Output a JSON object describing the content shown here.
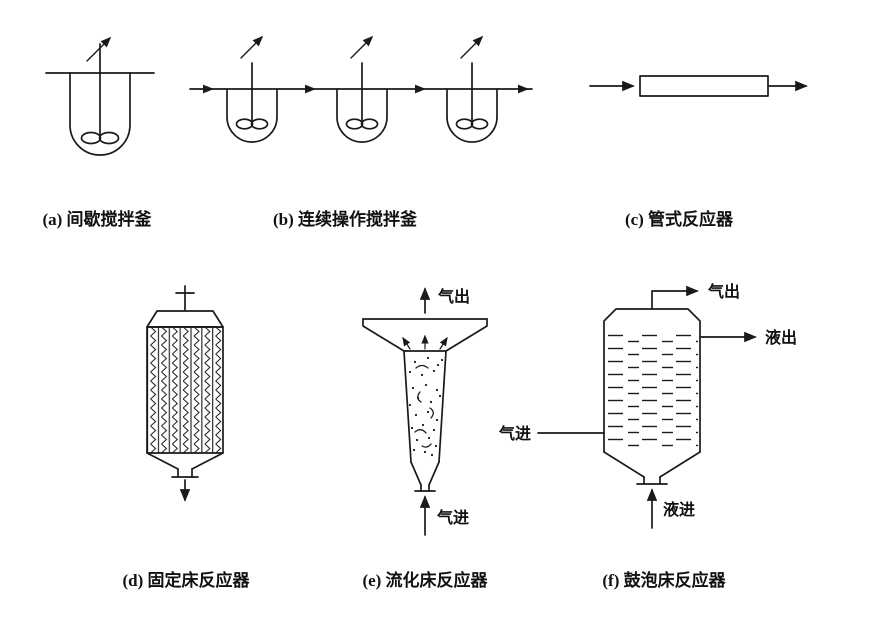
{
  "colors": {
    "background": "#ffffff",
    "line": "#1a1a1a",
    "text": "#111111"
  },
  "captions": {
    "a": "(a) 间歇搅拌釜",
    "b": "(b) 连续操作搅拌釜",
    "c": "(c) 管式反应器",
    "d": "(d) 固定床反应器",
    "e": "(e) 流化床反应器",
    "f": "(f) 鼓泡床反应器"
  },
  "flow_labels": {
    "gas_out": "气出",
    "gas_in": "气进",
    "liquid_out": "液出",
    "liquid_in": "液进"
  }
}
